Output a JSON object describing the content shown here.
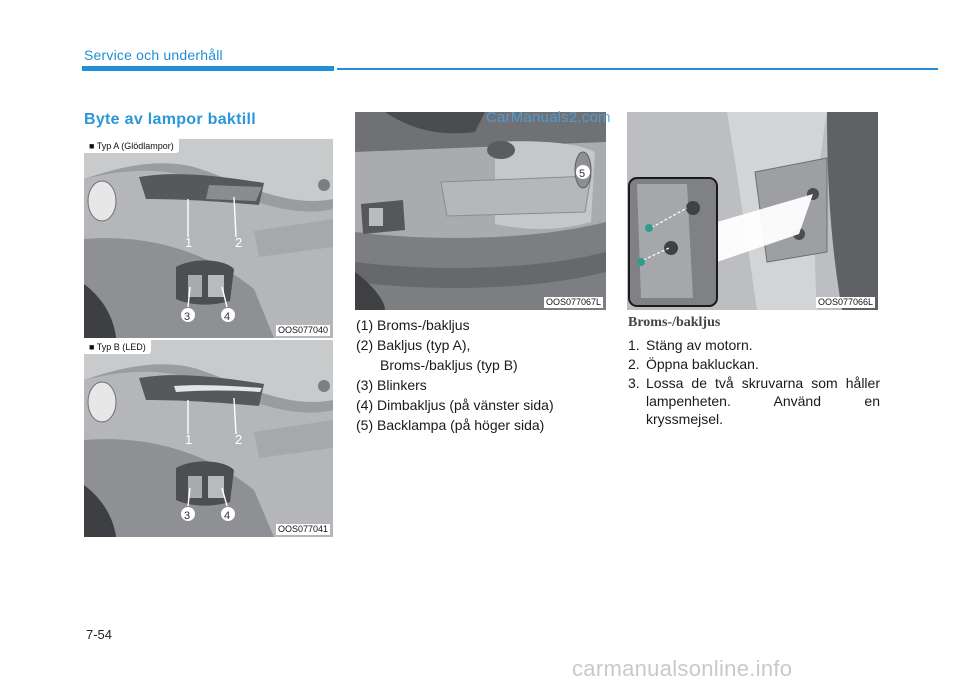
{
  "header": {
    "section": "Service och underhåll"
  },
  "section_title": "Byte av lampor baktill",
  "figures": {
    "type_a": {
      "tag": "■ Typ A (Glödlampor)",
      "code": "OOS077040",
      "callouts": [
        "1",
        "2",
        "3",
        "4"
      ]
    },
    "type_b": {
      "tag": "■ Typ B (LED)",
      "code": "OOS077041",
      "callouts": [
        "1",
        "2",
        "3",
        "4"
      ]
    },
    "rear": {
      "code": "OOS077067L",
      "callouts": [
        "5"
      ]
    },
    "screws": {
      "code": "OOS077066L"
    }
  },
  "parts": {
    "p1": "(1) Broms-/bakljus",
    "p2": "(2) Bakljus (typ A),",
    "p2b": "Broms-/bakljus (typ B)",
    "p3": "(3) Blinkers",
    "p4": "(4) Dimbakljus (på vänster sida)",
    "p5": "(5) Backlampa (på höger sida)"
  },
  "steps_heading": "Broms-/bakljus",
  "steps": [
    {
      "num": "1.",
      "text": "Stäng av motorn."
    },
    {
      "num": "2.",
      "text": "Öppna bakluckan."
    },
    {
      "num": "3.",
      "text": "Lossa de två skruvarna som håller lampenheten. Använd en kryssmejsel."
    }
  ],
  "page_number": "7-54",
  "watermarks": {
    "top": "CarManuals2.com",
    "bottom": "carmanualsonline.info"
  }
}
